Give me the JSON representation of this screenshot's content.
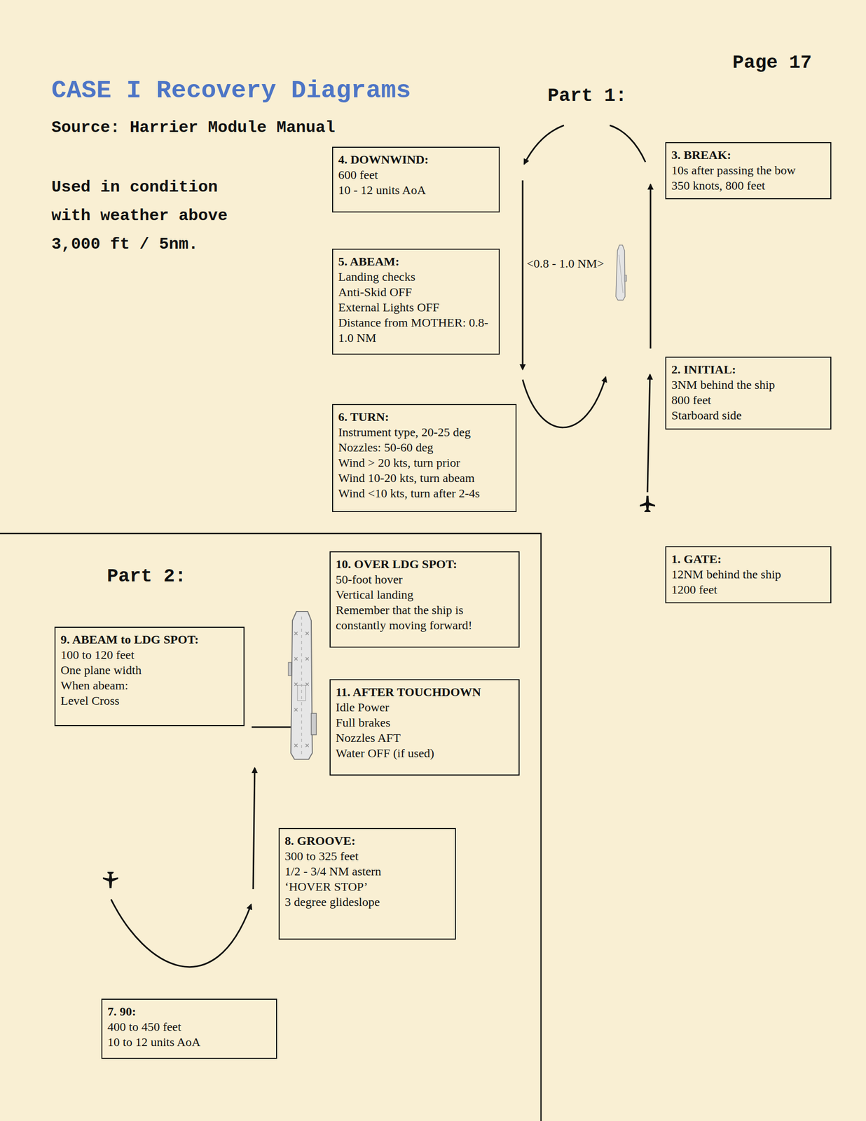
{
  "diagram": {
    "title": "CASE I Recovery Diagrams",
    "nodes": [
      {
        "text": [
          "1. GATE:",
          "12NM behind the ship",
          "1200 feet"
        ]
      },
      {
        "text": [
          "2. INITIAL:",
          "3NM behind the ship",
          "800 feet",
          "Starboard side"
        ]
      },
      {
        "text": [
          "3. BREAK:",
          "10s after passing the bow",
          "350 knots, 800 feet"
        ]
      },
      {
        "text": [
          "4. DOWNWIND:",
          "600 feet",
          "10 - 12 units AoA"
        ]
      },
      {
        "text": [
          "5. ABEAM:",
          "Landing checks",
          "Anti-Skid OFF",
          "External Lights OFF",
          "Distance from MOTHER: 0.8-1.0 NM"
        ]
      },
      {
        "text": [
          "6. TURN:",
          "Instrument type, 20-25 deg",
          "Nozzles: 50-60 deg",
          "Wind > 20 kts, turn prior",
          "Wind 10-20 kts, turn abeam",
          "Wind <10 kts, turn after 2-4s"
        ]
      },
      {
        "text": [
          "7. 90:",
          "400 to 450 feet",
          "10 to 12 units AoA"
        ]
      },
      {
        "text": [
          "8. GROOVE:",
          "300 to 325 feet",
          "1/2 - 3/4 NM astern",
          "‘HOVER STOP’",
          "3 degree glideslope"
        ]
      },
      {
        "text": [
          "9. ABEAM to LDG SPOT:",
          "100 to 120 feet",
          "One plane width",
          "When abeam:",
          "Level Cross"
        ]
      },
      {
        "text": [
          "10. OVER LDG SPOT:",
          "50-foot hover",
          "Vertical landing",
          "Remember that the ship is constantly moving forward!"
        ]
      },
      {
        "text": [
          "11. AFTER TOUCHDOWN",
          "Idle Power",
          "Full brakes",
          "Nozzles AFT",
          "Water OFF (if used)"
        ]
      }
    ],
    "labels": [
      "Page 17",
      "Source: Harrier Module Manual",
      "Used in condition with weather above 3,000 ft / 5nm.",
      "Part 1:",
      "<0.8 - 1.0 NM>",
      "Part 2:"
    ]
  }
}
